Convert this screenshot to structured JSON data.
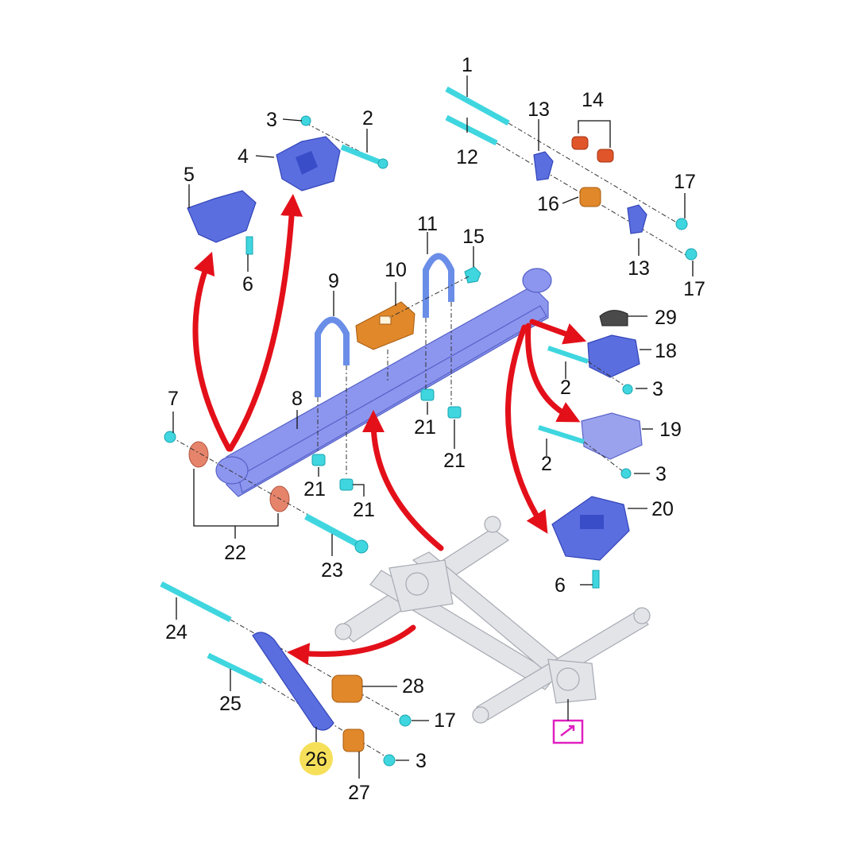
{
  "callouts": {
    "c1": "1",
    "c2a": "2",
    "c2b": "2",
    "c2c": "2",
    "c3a": "3",
    "c3b": "3",
    "c3c": "3",
    "c3d": "3",
    "c4": "4",
    "c5": "5",
    "c6a": "6",
    "c6b": "6",
    "c7": "7",
    "c8": "8",
    "c9": "9",
    "c10": "10",
    "c11": "11",
    "c12": "12",
    "c13a": "13",
    "c13b": "13",
    "c14": "14",
    "c15": "15",
    "c16": "16",
    "c17a": "17",
    "c17b": "17",
    "c17c": "17",
    "c18": "18",
    "c19": "19",
    "c20": "20",
    "c21a": "21",
    "c21b": "21",
    "c21c": "21",
    "c21d": "21",
    "c22": "22",
    "c23": "23",
    "c24": "24",
    "c25": "25",
    "c26": "26",
    "c27": "27",
    "c28": "28",
    "c29": "29"
  },
  "colors": {
    "arrow": "#e3101a",
    "highlight": "#f6e05a",
    "symbol": "#e020c0",
    "bracket_blue": "#5a6ee0",
    "spring_blue": "#8d96ee",
    "fastener_cyan": "#3fd6df",
    "bushing_orange": "#e0882a"
  },
  "symbol_icon": "repair-manual-icon"
}
